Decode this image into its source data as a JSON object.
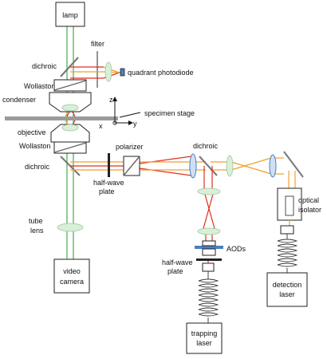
{
  "labels": {
    "lamp": "lamp",
    "filter": "filter",
    "dichroic_top": "dichroic",
    "quadrant_photodiode": "quadrant photodiode",
    "wollaston_top": "Wollaston",
    "condenser": "condenser",
    "specimen_stage": "specimen stage",
    "axis_z": "z",
    "axis_x": "x",
    "axis_y": "y",
    "objective": "objective",
    "wollaston_bottom": "Wollaston",
    "dichroic_bottom": "dichroic",
    "polarizer": "polarizer",
    "dichroic_right": "dichroic",
    "half_wave_plate_1": [
      "half-wave",
      "plate"
    ],
    "tube_lens": [
      "tube",
      "lens"
    ],
    "video_camera": [
      "video",
      "camera"
    ],
    "aods": "AODs",
    "half_wave_plate_2": [
      "half-wave",
      "plate"
    ],
    "optical_isolator": [
      "optical",
      "isolator"
    ],
    "detection_laser": [
      "detection",
      "laser"
    ],
    "trapping_laser": [
      "trapping",
      "laser"
    ]
  },
  "colors": {
    "beam_green": "#3fae49",
    "beam_red": "#e0301e",
    "beam_orange": "#f2a02c",
    "lens_green": "#d9efd9",
    "lens_blue": "#cfe0f5"
  }
}
